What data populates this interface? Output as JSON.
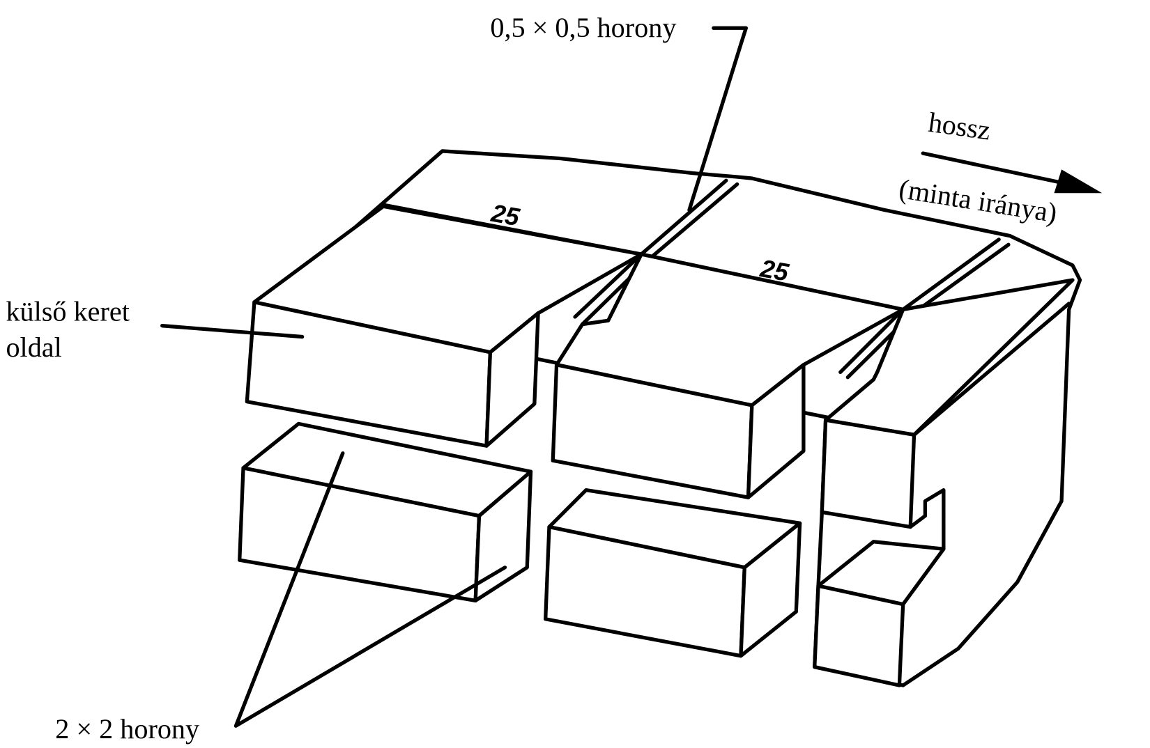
{
  "labels": {
    "groove_small": "0,5 × 0,5 horony",
    "length": "hossz",
    "pattern_direction": "(minta iránya)",
    "outer_frame_line1": "külső keret",
    "outer_frame_line2": "oldal",
    "groove_large": "2 × 2 horony",
    "dimension_left": "25",
    "dimension_right": "25"
  },
  "colors": {
    "ink": "#000000",
    "paper": "#ffffff"
  }
}
